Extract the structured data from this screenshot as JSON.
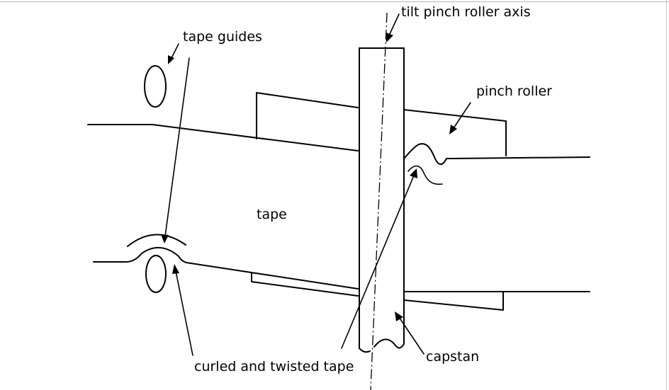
{
  "diagram": {
    "labels": {
      "tilt_axis": "tilt pinch roller axis",
      "tape_guides": "tape guides",
      "pinch_roller": "pinch roller",
      "tape": "tape",
      "curled_tape": "curled and twisted tape",
      "capstan": "capstan"
    },
    "colors": {
      "ink": "#000000",
      "background": "#ffffff"
    }
  }
}
